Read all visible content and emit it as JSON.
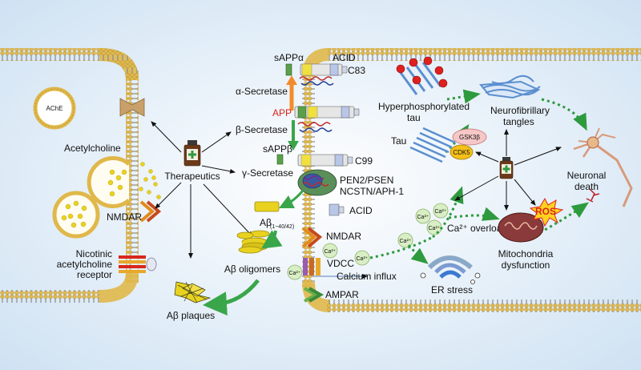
{
  "colors": {
    "background": "#e6f1fa",
    "membrane_head": "#e0b84a",
    "app_red": "#d9261c",
    "green_arrow": "#3aa64a",
    "orange_arrow": "#f28c2b",
    "dotted_green": "#2e9a3e",
    "ca_fill": "#d9eec4",
    "ros": "#e0201c",
    "amyloid_yellow": "#e8d21f"
  },
  "labels": {
    "ache": "AChE",
    "acetylcholine": "Acetylcholine",
    "therapeutics": "Therapeutics",
    "nmdar_left": "NMDAR",
    "nicotinic_1": "Nicotinic",
    "nicotinic_2": "acetylcholine",
    "nicotinic_3": "receptor",
    "sappa": "sAPPα",
    "acid_top": "ACID",
    "c83": "C83",
    "alpha_secretase": "α-Secretase",
    "app": "APP",
    "beta_secretase": "β-Secretase",
    "sappb": "sAPPβ",
    "c99": "C99",
    "gamma_secretase": "γ-Secretase",
    "pen2": "PEN2/PSEN",
    "ncstn": "NCSTN/APH-1",
    "abeta_main": "Aβ",
    "abeta_sub": "(1−40/42)",
    "acid_bottom": "ACID",
    "oligomers": "Aβ oligomers",
    "plaques": "Aβ plaques",
    "nmdar_right": "NMDAR",
    "vdcc": "VDCC",
    "calcium_influx": "Calcium influx",
    "ampar": "AMPAR",
    "ca": "Ca²⁺",
    "hyper_1": "Hyperphosphorylated",
    "hyper_2": "tau",
    "tangles_1": "Neurofibrillary",
    "tangles_2": "tangles",
    "tau": "Tau",
    "gsk": "GSK3β",
    "cdk5": "CDK5",
    "neuronal_1": "Neuronal",
    "neuronal_2": "death",
    "ca_overload": "Ca²⁺ overload",
    "ros": "ROS",
    "mito_1": "Mitochondria",
    "mito_2": "dysfunction",
    "er_stress": "ER stress"
  }
}
